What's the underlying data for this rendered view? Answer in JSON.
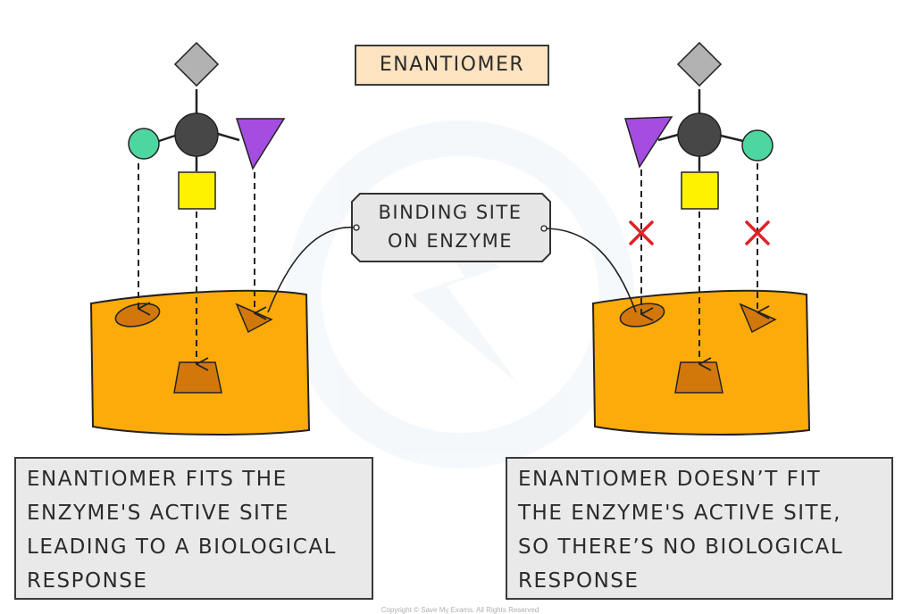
{
  "title": "ENANTIOMER",
  "binding_label": {
    "line1": "BINDING SITE",
    "line2": "ON ENZYME"
  },
  "captions": {
    "left": "ENANTIOMER FITS THE\n ENZYME'S ACTIVE SITE\nLEADING TO A BIOLOGICAL\nRESPONSE",
    "right": "ENANTIOMER DOESN’T FIT\nTHE ENZYME'S ACTIVE SITE,\nSO THERE’S NO BIOLOGICAL\nRESPONSE"
  },
  "copyright": "Copyright © Save My Exams. All Rights Reserved",
  "colors": {
    "enzyme": "#fcab0a",
    "site": "#d2780a",
    "diamond": "#b2b2b2",
    "center": "#474747",
    "circle": "#4ed69f",
    "square": "#fff200",
    "triangle": "#a44de0",
    "cross": "#e02128",
    "title_bg": "#fde3c0",
    "caption_bg": "#e9e9e9",
    "binding_bg": "#e6e6e6"
  },
  "icons": [
    "gray-diamond",
    "dark-center-atom",
    "green-circle",
    "yellow-square",
    "purple-triangle",
    "red-cross"
  ]
}
